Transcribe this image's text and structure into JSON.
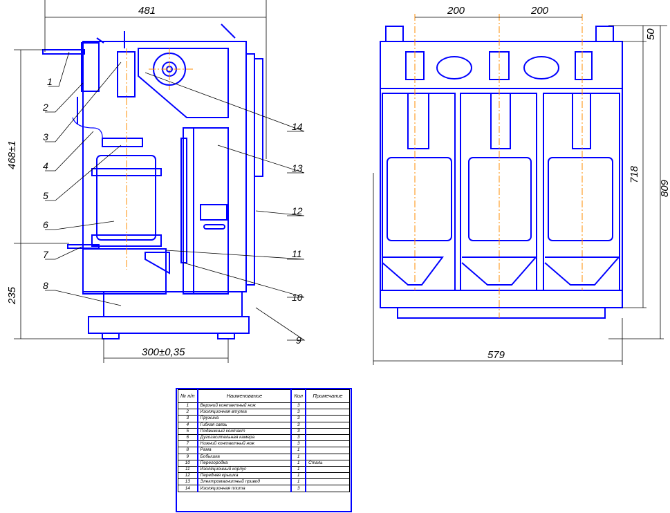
{
  "dimensions": {
    "width_total_side": "481",
    "height_upper": "468±1",
    "height_lower": "235",
    "base_spacing": "300±0,35",
    "pole_pitch_1": "200",
    "pole_pitch_2": "200",
    "top_offset": "50",
    "height_body": "718",
    "height_total": "809",
    "width_front": "579"
  },
  "callouts": [
    "1",
    "2",
    "3",
    "4",
    "5",
    "6",
    "7",
    "8",
    "9",
    "10",
    "11",
    "12",
    "13",
    "14"
  ],
  "spec_table": {
    "headers": {
      "num": "№ п/п",
      "name": "Наименование",
      "qty": "Кол",
      "note": "Примечание"
    },
    "rows": [
      {
        "num": "1",
        "name": "Верхний контактный нож",
        "qty": "3",
        "note": ""
      },
      {
        "num": "2",
        "name": "Изоляционная втулка",
        "qty": "3",
        "note": ""
      },
      {
        "num": "3",
        "name": "Пружина",
        "qty": "3",
        "note": ""
      },
      {
        "num": "4",
        "name": "Гибкая связь",
        "qty": "3",
        "note": ""
      },
      {
        "num": "5",
        "name": "Подвижный контакт",
        "qty": "3",
        "note": ""
      },
      {
        "num": "6",
        "name": "Дугогасительная камера",
        "qty": "3",
        "note": ""
      },
      {
        "num": "7",
        "name": "Нижний контактный нож",
        "qty": "3",
        "note": ""
      },
      {
        "num": "8",
        "name": "Рама",
        "qty": "1",
        "note": ""
      },
      {
        "num": "9",
        "name": "Бобышка",
        "qty": "1",
        "note": ""
      },
      {
        "num": "10",
        "name": "Перегородка",
        "qty": "1",
        "note": "Сталь"
      },
      {
        "num": "11",
        "name": "Изоляционный корпус",
        "qty": "1",
        "note": ""
      },
      {
        "num": "12",
        "name": "Передняя крышка",
        "qty": "1",
        "note": ""
      },
      {
        "num": "13",
        "name": "Электромагнитный привод",
        "qty": "1",
        "note": ""
      },
      {
        "num": "14",
        "name": "Изоляционная плита",
        "qty": "3",
        "note": ""
      }
    ]
  },
  "colors": {
    "outline": "#0000ff",
    "centerline": "#ff8c00",
    "dimension": "#000000"
  }
}
